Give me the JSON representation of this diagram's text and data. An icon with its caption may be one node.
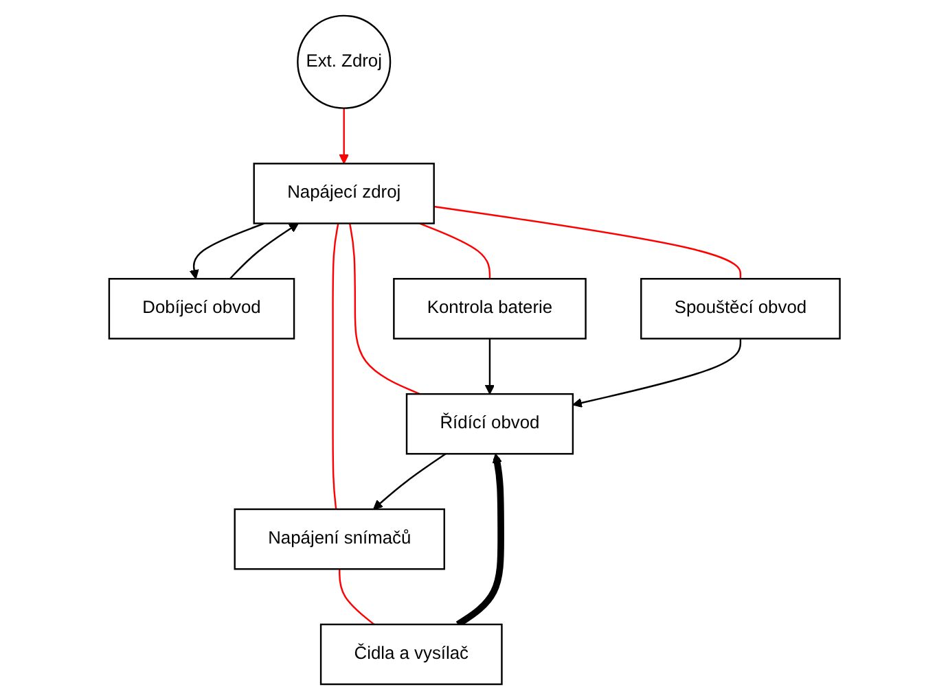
{
  "diagram": {
    "nodes": [
      {
        "text": [
          "Ext. Zdroj"
        ]
      },
      {
        "text": [
          "Napájecí zdroj"
        ]
      },
      {
        "text": [
          "Dobíjecí obvod"
        ]
      },
      {
        "text": [
          "Kontrola baterie"
        ]
      },
      {
        "text": [
          "Řídící obvod"
        ]
      },
      {
        "text": [
          "Napájení snímačů"
        ]
      },
      {
        "text": [
          "Spouštěcí obvod"
        ]
      },
      {
        "text": [
          "Čidla a vysílač"
        ]
      }
    ],
    "edges": [
      {
        "from": 0,
        "to": 1,
        "arrow": "to",
        "color": "#ff0000"
      },
      {
        "from": 1,
        "to": 2,
        "arrow": "to",
        "color": "#000000"
      },
      {
        "from": 2,
        "to": 1,
        "arrow": "to",
        "color": "#000000"
      },
      {
        "from": 1,
        "to": 3,
        "arrow": "none",
        "color": "#ff0000"
      },
      {
        "from": 1,
        "to": 4,
        "arrow": "none",
        "color": "#ff0000"
      },
      {
        "from": 1,
        "to": 5,
        "arrow": "none",
        "color": "#ff0000"
      },
      {
        "from": 1,
        "to": 6,
        "arrow": "none",
        "color": "#ff0000"
      },
      {
        "from": 5,
        "to": 7,
        "arrow": "none",
        "color": "#ff0000"
      },
      {
        "from": 3,
        "to": 4,
        "arrow": "to",
        "color": "#000000"
      },
      {
        "from": 4,
        "to": 5,
        "arrow": "to",
        "color": "#000000"
      },
      {
        "from": 6,
        "to": 4,
        "arrow": "to",
        "color": "#000000"
      },
      {
        "from": 7,
        "to": 4,
        "arrow": "to",
        "style": "thick",
        "color": "#000000"
      }
    ]
  }
}
